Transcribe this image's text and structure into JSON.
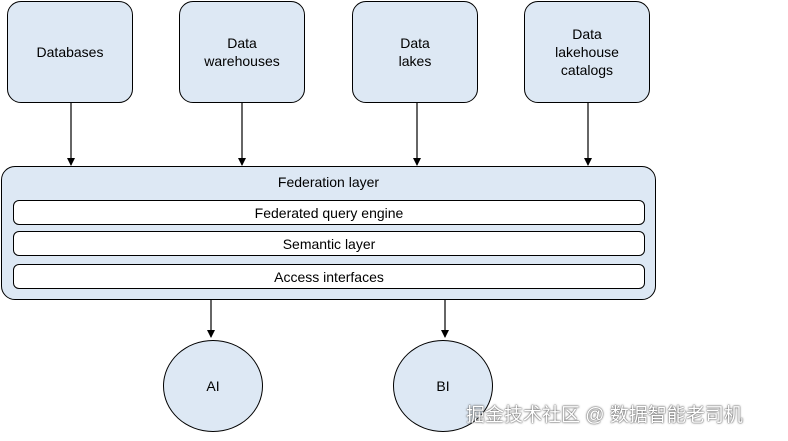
{
  "sources": [
    {
      "label": "Databases"
    },
    {
      "label": "Data\nwarehouses"
    },
    {
      "label": "Data\nlakes"
    },
    {
      "label": "Data\nlakehouse\ncatalogs"
    }
  ],
  "federation": {
    "title": "Federation layer",
    "layers": [
      {
        "label": "Federated query engine"
      },
      {
        "label": "Semantic layer"
      },
      {
        "label": "Access interfaces"
      }
    ]
  },
  "consumers": [
    {
      "label": "AI"
    },
    {
      "label": "BI"
    }
  ],
  "watermark": "掘金技术社区 @ 数据智能老司机",
  "colors": {
    "node_fill": "#dde8f4",
    "stroke": "#000000"
  }
}
